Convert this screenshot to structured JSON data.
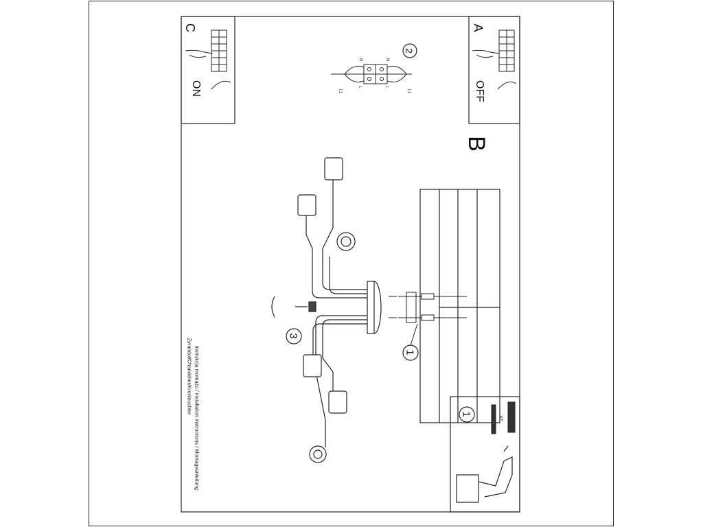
{
  "panels": {
    "a": {
      "letter": "A",
      "state": "OFF"
    },
    "c": {
      "letter": "C",
      "state": "ON"
    },
    "b": {
      "letter": "B"
    }
  },
  "steps": {
    "wiring": "2",
    "mount": "1",
    "screw": "3",
    "tools": "1"
  },
  "fixings_qty": "x2",
  "terminal_labels": {
    "n_left": "N",
    "n_right": "N",
    "l_left": "L",
    "l_right": "L",
    "l1_left": "L1",
    "l1_right": "L1"
  },
  "instructions": {
    "line1": "Instrukcja montażu / installation instructions / Montageanleitung",
    "line2": "Żyrandol/Chandelier/Kronleuchter"
  }
}
